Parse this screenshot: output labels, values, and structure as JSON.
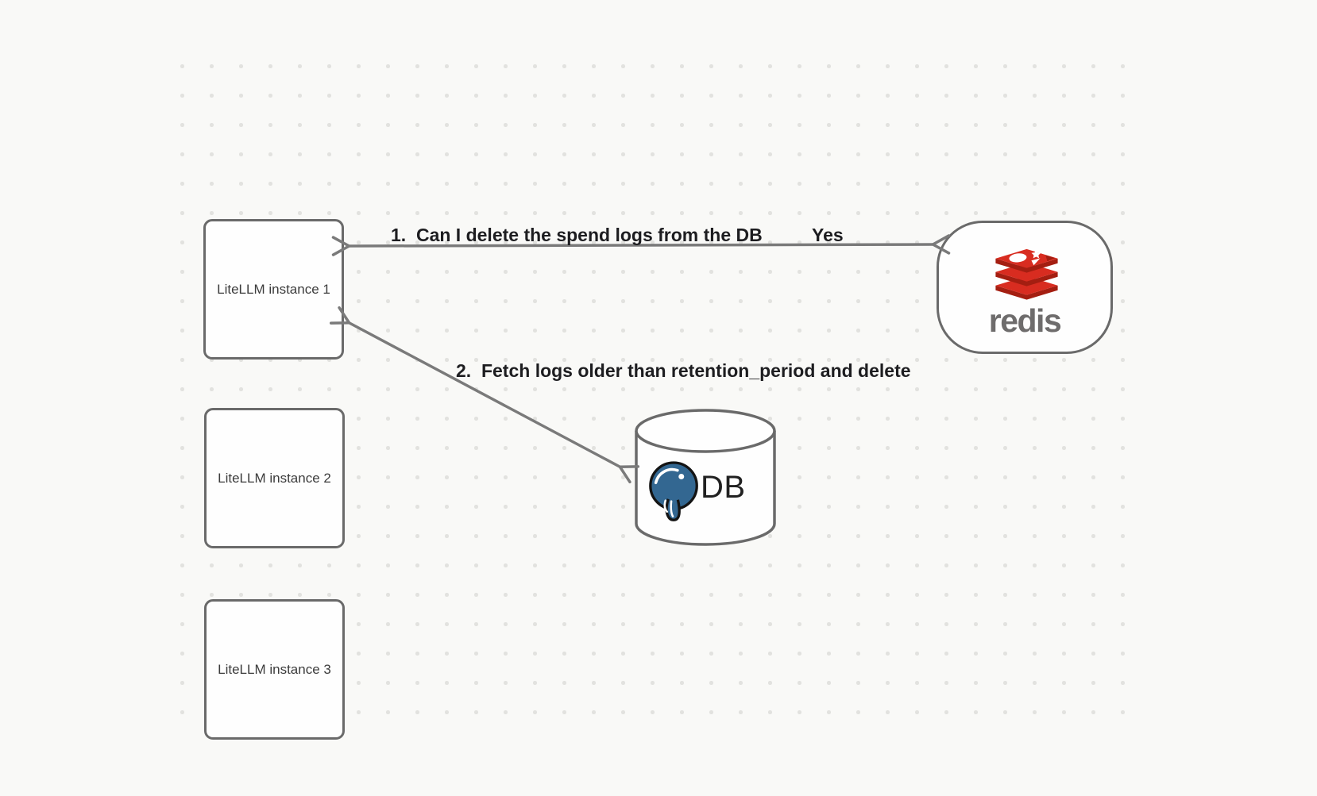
{
  "diagram": {
    "background_color": "#f9f9f7",
    "dot_color": "#e2e2df",
    "node_stroke_color": "#6a6a6a",
    "arrow_color": "#7a7a7a",
    "nodes": {
      "instance1": {
        "label": "LiteLLM instance 1"
      },
      "instance2": {
        "label": "LiteLLM instance 2"
      },
      "instance3": {
        "label": "LiteLLM instance 3"
      },
      "redis": {
        "wordmark": "redis",
        "brand_red": "#D82C20",
        "brand_dark_red": "#A41E11",
        "wordmark_color": "#6e6c6c"
      },
      "database": {
        "label": "DB",
        "postgres_blue": "#336791"
      }
    },
    "edges": {
      "edge1": {
        "label": "1.  Can I delete the spend logs from the DB",
        "reply": "Yes"
      },
      "edge2": {
        "label": "2.  Fetch logs older than retention_period and delete"
      }
    }
  }
}
